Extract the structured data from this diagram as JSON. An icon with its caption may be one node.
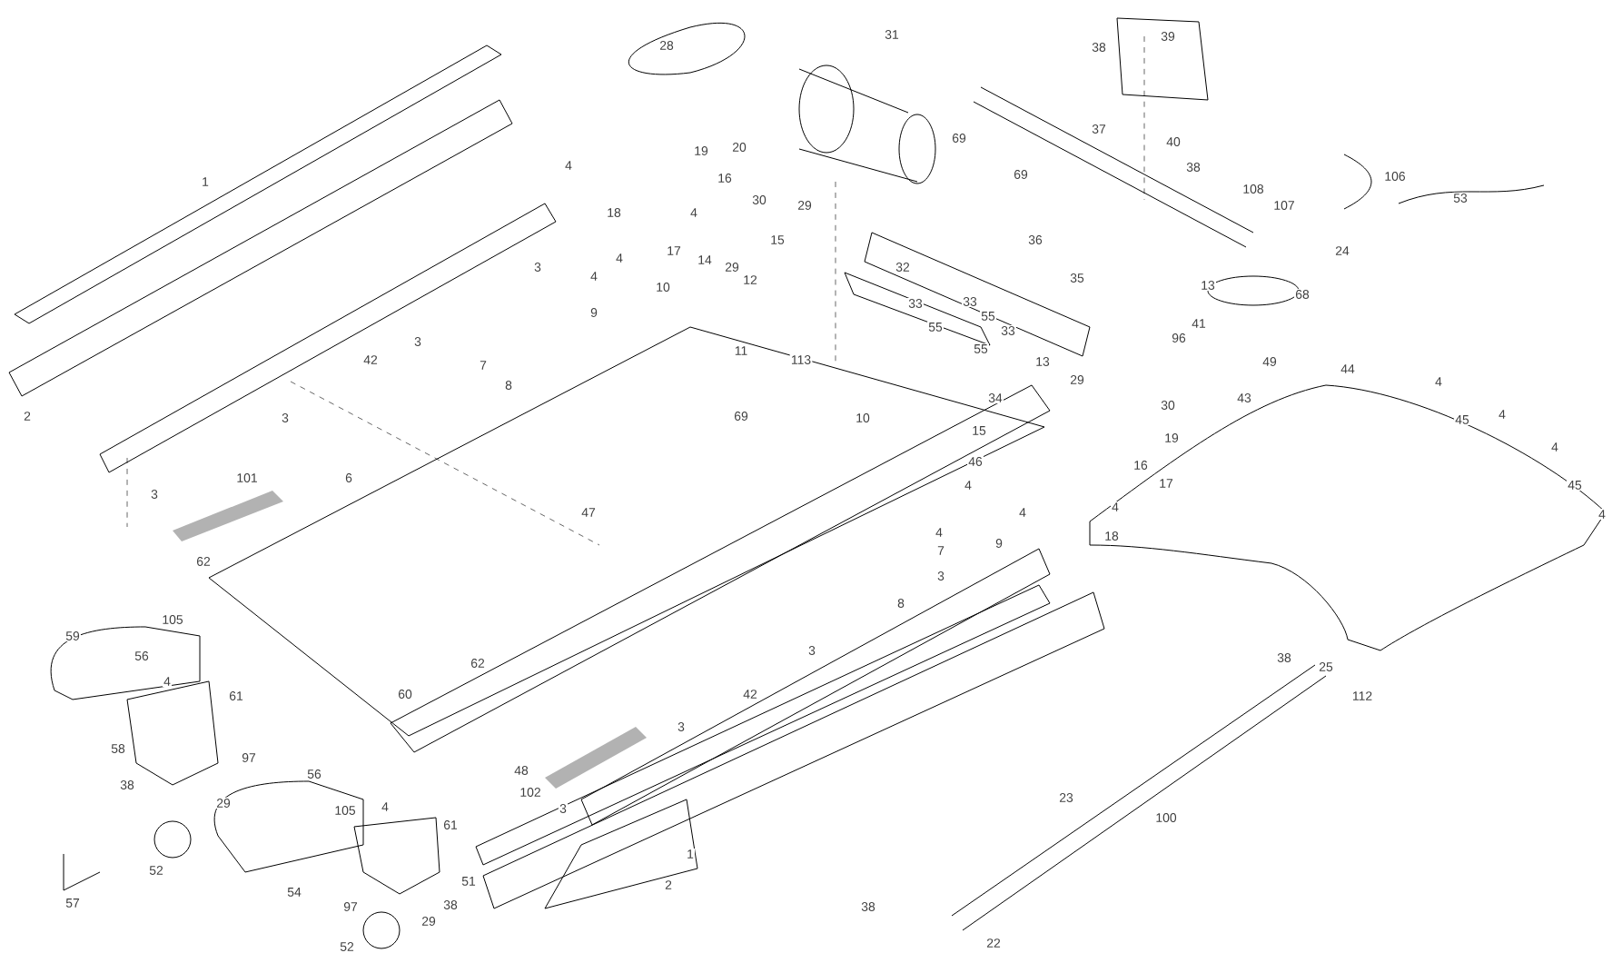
{
  "diagram": {
    "labels": [
      "31",
      "39",
      "28",
      "38",
      "37",
      "69",
      "40",
      "20",
      "19",
      "4",
      "38",
      "69",
      "106",
      "16",
      "1",
      "108",
      "53",
      "30",
      "29",
      "107",
      "18",
      "4",
      "15",
      "36",
      "17",
      "24",
      "4",
      "14",
      "3",
      "32",
      "29",
      "4",
      "35",
      "12",
      "13",
      "10",
      "68",
      "33",
      "33",
      "9",
      "55",
      "41",
      "55",
      "33",
      "96",
      "3",
      "55",
      "11",
      "42",
      "113",
      "13",
      "49",
      "7",
      "44",
      "29",
      "4",
      "8",
      "34",
      "43",
      "30",
      "4",
      "2",
      "69",
      "3",
      "10",
      "45",
      "15",
      "19",
      "4",
      "46",
      "16",
      "101",
      "6",
      "17",
      "4",
      "45",
      "3",
      "4",
      "47",
      "4",
      "4",
      "4",
      "18",
      "9",
      "7",
      "62",
      "3",
      "8",
      "105",
      "59",
      "3",
      "56",
      "38",
      "62",
      "25",
      "4",
      "42",
      "60",
      "61",
      "112",
      "3",
      "58",
      "97",
      "48",
      "56",
      "38",
      "102",
      "23",
      "29",
      "4",
      "3",
      "105",
      "100",
      "61",
      "1",
      "52",
      "51",
      "2",
      "54",
      "57",
      "38",
      "97",
      "38",
      "29",
      "52",
      "22"
    ]
  }
}
